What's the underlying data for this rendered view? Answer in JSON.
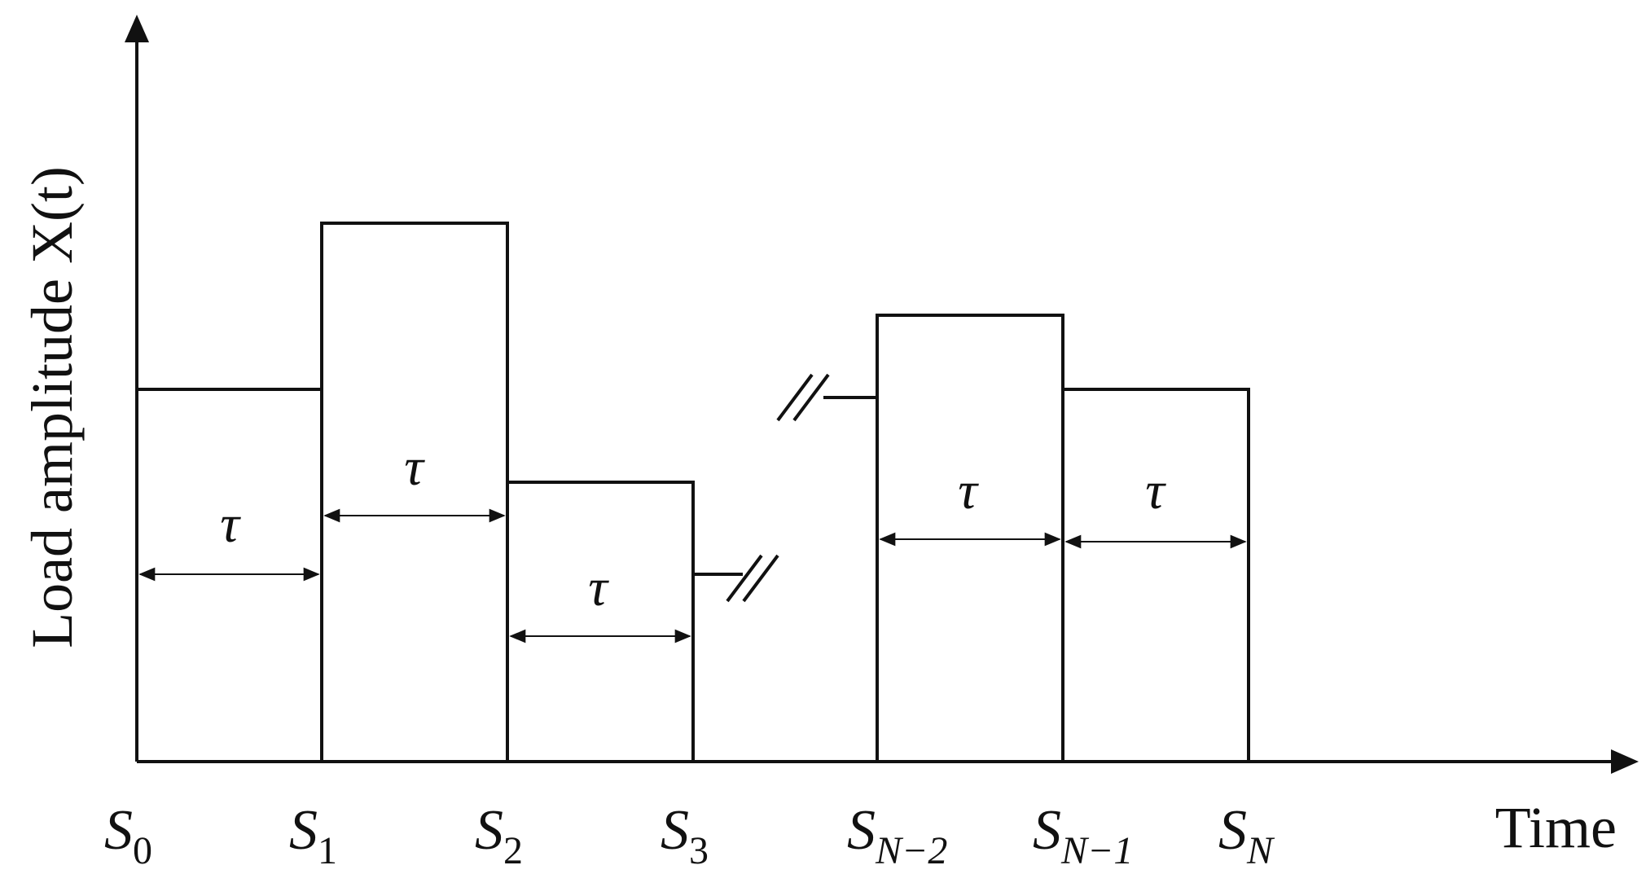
{
  "axes": {
    "y_label": "Load amplitude X(t)",
    "x_label": "Time"
  },
  "intervals": {
    "duration_label": "τ"
  },
  "stress_points": [
    {
      "main": "S",
      "sub": "0"
    },
    {
      "main": "S",
      "sub": "1"
    },
    {
      "main": "S",
      "sub": "2"
    },
    {
      "main": "S",
      "sub": "3"
    },
    {
      "main": "S",
      "sub": "N−2"
    },
    {
      "main": "S",
      "sub": "N−1"
    },
    {
      "main": "S",
      "sub": "N"
    }
  ],
  "colors": {
    "line": "#111111",
    "background": "#ffffff"
  }
}
